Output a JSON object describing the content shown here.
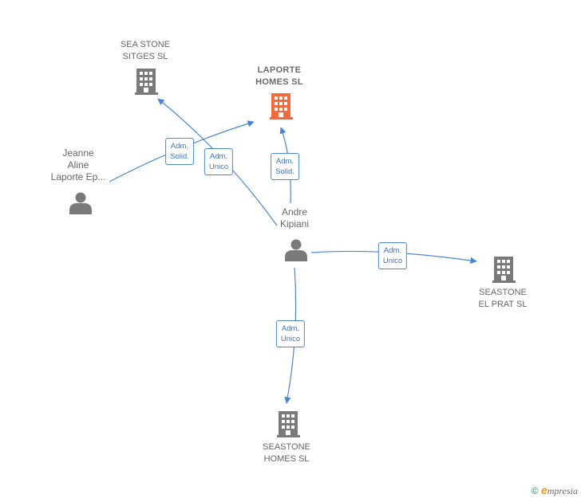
{
  "colors": {
    "edge": "#4a86cf",
    "node_default": "#7a7a7a",
    "node_highlight": "#f26a3d"
  },
  "nodes": {
    "sea_stone_sitges": {
      "label": "SEA STONE\nSITGES  SL",
      "icon": "building-icon"
    },
    "laporte_homes": {
      "label": "LAPORTE\nHOMES  SL",
      "icon": "building-icon"
    },
    "jeanne": {
      "label": "Jeanne\nAline\nLaporte Ep...",
      "icon": "person-icon"
    },
    "andre": {
      "label": "Andre\nKipiani",
      "icon": "person-icon"
    },
    "seastone_el_prat": {
      "label": "SEASTONE\nEL PRAT  SL",
      "icon": "building-icon"
    },
    "seastone_homes": {
      "label": "SEASTONE\nHOMES  SL",
      "icon": "building-icon"
    }
  },
  "edges": {
    "jeanne_laporte": {
      "label": "Adm.\nSolid."
    },
    "andre_sitges": {
      "label": "Adm.\nUnico"
    },
    "andre_laporte": {
      "label": "Adm.\nSolid."
    },
    "andre_elprat": {
      "label": "Adm.\nUnico"
    },
    "andre_homes": {
      "label": "Adm.\nUnico"
    }
  },
  "footer": {
    "copyright": "©",
    "brand_initial": "e",
    "brand_rest": "mpresia"
  }
}
